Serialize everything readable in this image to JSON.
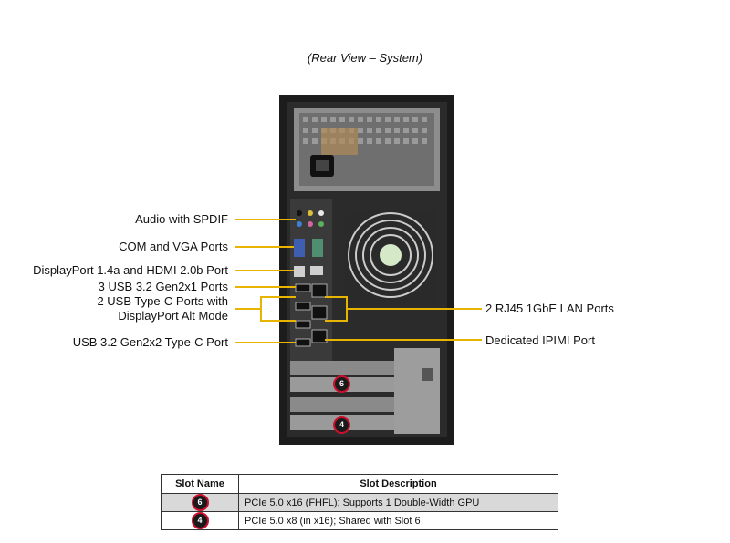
{
  "caption": "(Rear View – System)",
  "left_labels": [
    {
      "text": "Audio with SPDIF"
    },
    {
      "text": "COM and VGA Ports"
    },
    {
      "text": "DisplayPort 1.4a and HDMI 2.0b Port"
    },
    {
      "text": "3 USB 3.2 Gen2x1 Ports"
    },
    {
      "text": "2 USB Type-C Ports with"
    },
    {
      "text": "DisplayPort Alt Mode"
    },
    {
      "text": "USB 3.2 Gen2x2 Type-C Port"
    }
  ],
  "right_labels": [
    {
      "text": "2 RJ45 1GbE LAN Ports"
    },
    {
      "text": "Dedicated IPIMI  Port"
    }
  ],
  "slot_badges": [
    "6",
    "4"
  ],
  "table": {
    "headers": [
      "Slot Name",
      "Slot Description"
    ],
    "rows": [
      {
        "slot": "6",
        "description": "PCIe 5.0 x16 (FHFL);  Supports 1 Double-Width  GPU"
      },
      {
        "slot": "4",
        "description": "PCIe 5.0 x8 (in x16); Shared with Slot 6"
      }
    ]
  },
  "colors": {
    "callout_line": "#e8b400",
    "badge_ring": "#c8102e",
    "chassis": "#1c1c1c"
  }
}
